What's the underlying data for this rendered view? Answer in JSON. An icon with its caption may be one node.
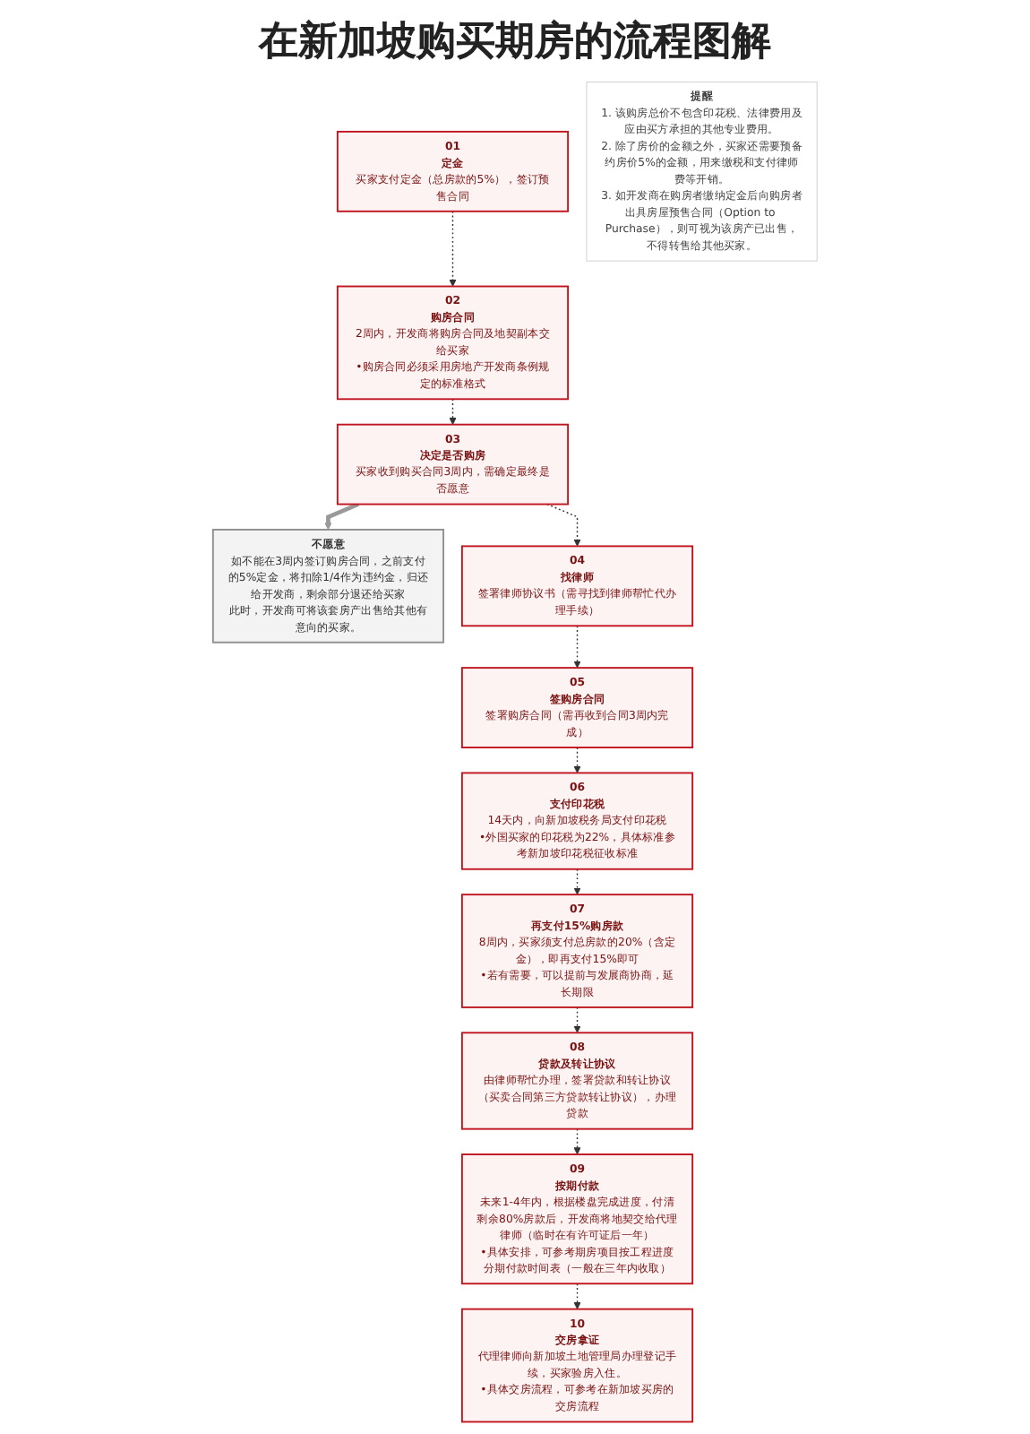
{
  "diagram": {
    "title": "在新加坡购买期房的流程图解",
    "nodes": [
      {
        "text": [
          "01",
          "定金",
          "买家支付定金（总房款的5%），签订预售合同"
        ]
      },
      {
        "text": [
          "02",
          "购房合同",
          "2周内，开发商将购房合同及地契副本交给买家",
          "•购房合同必须采用房地产开发商条例规定的标准格式"
        ]
      },
      {
        "text": [
          "03",
          "决定是否购房",
          "买家收到购买合同3周内，需确定最终是否愿意"
        ]
      },
      {
        "text": [
          "不愿意",
          "如不能在3周内签订购房合同，之前支付的5%定金，将扣除1/4作为违约金，归还给开发商，剩余部分退还给买家",
          "此时，开发商可将该套房产出售给其他有意向的买家。"
        ]
      },
      {
        "text": [
          "提醒",
          "1. 该购房总价不包含印花税、法律费用及应由买方承担的其他专业费用。",
          "2. 除了房价的金额之外，买家还需要预备约房价5%的金额，用来缴税和支付律师费等开销。",
          "3. 如开发商在购房者缴纳定金后向购房者出具房屋预售合同（Option to Purchase），则可视为该房产已出售，不得转售给其他买家。"
        ]
      },
      {
        "text": [
          "04",
          "找律师",
          "签署律师协议书（需寻找到律师帮忙代办理手续）"
        ]
      },
      {
        "text": [
          "05",
          "签购房合同",
          "签署购房合同（需再收到合同3周内完成）"
        ]
      },
      {
        "text": [
          "06",
          "支付印花税",
          "14天内，向新加坡税务局支付印花税",
          "•外国买家的印花税为22%，具体标准参考新加坡印花税征收标准"
        ]
      },
      {
        "text": [
          "07",
          "再支付15%购房款",
          "8周内，买家须支付总房款的20%（含定金），即再支付15%即可",
          "•若有需要，可以提前与发展商协商，延长期限"
        ]
      },
      {
        "text": [
          "08",
          "贷款及转让协议",
          "由律师帮忙办理，签署贷款和转让协议（买卖合同第三方贷款转让协议），办理贷款"
        ]
      },
      {
        "text": [
          "09",
          "按期付款",
          "未来1-4年内，根据楼盘完成进度，付清剩余80%房款后，开发商将地契交给代理律师（临时在有许可证后一年）",
          "•具体安排，可参考期房项目按工程进度分期付款时间表（一般在三年内收取）"
        ]
      },
      {
        "text": [
          "10",
          "交房拿证",
          "代理律师向新加坡土地管理局办理登记手续，买家验房入住。",
          "•具体交房流程，可参考在新加坡买房的交房流程"
        ]
      }
    ],
    "edges": [
      {
        "from": 0,
        "to": 1,
        "arrow": "to",
        "style": "dashed"
      },
      {
        "from": 1,
        "to": 2,
        "arrow": "to",
        "style": "dashed"
      },
      {
        "from": 2,
        "to": 3,
        "arrow": "to",
        "style": "thick",
        "color": "#999999"
      },
      {
        "from": 2,
        "to": 5,
        "arrow": "to",
        "style": "dashed"
      },
      {
        "from": 5,
        "to": 6,
        "arrow": "to",
        "style": "dashed"
      },
      {
        "from": 6,
        "to": 7,
        "arrow": "to",
        "style": "dashed"
      },
      {
        "from": 7,
        "to": 8,
        "arrow": "to",
        "style": "dashed"
      },
      {
        "from": 8,
        "to": 9,
        "arrow": "to",
        "style": "dashed"
      },
      {
        "from": 9,
        "to": 10,
        "arrow": "to",
        "style": "dashed"
      },
      {
        "from": 10,
        "to": 11,
        "arrow": "to",
        "style": "dashed"
      }
    ]
  }
}
